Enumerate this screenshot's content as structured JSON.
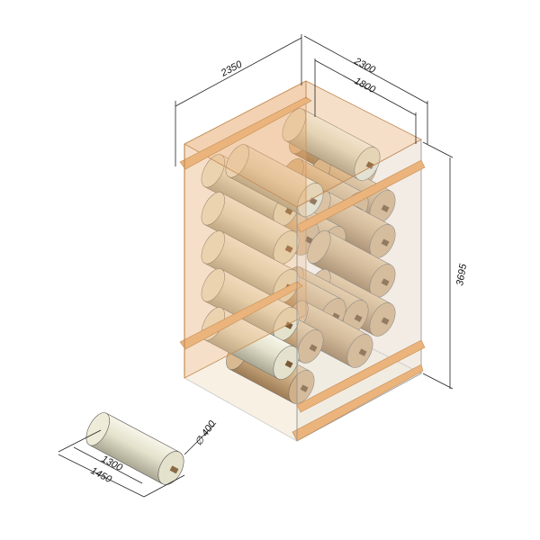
{
  "drawing": {
    "dimensions": {
      "crate_depth": "2350",
      "crate_width": "2300",
      "inner_width": "1800",
      "crate_height": "3695",
      "roll_length": "1300",
      "roll_overall_length": "1450",
      "roll_diameter": "∅ 400"
    },
    "colors": {
      "roll": "#e4e2cc",
      "roll_inside": "#cfae83",
      "crate_panel": "#e8b27a",
      "line": "#222222"
    }
  }
}
